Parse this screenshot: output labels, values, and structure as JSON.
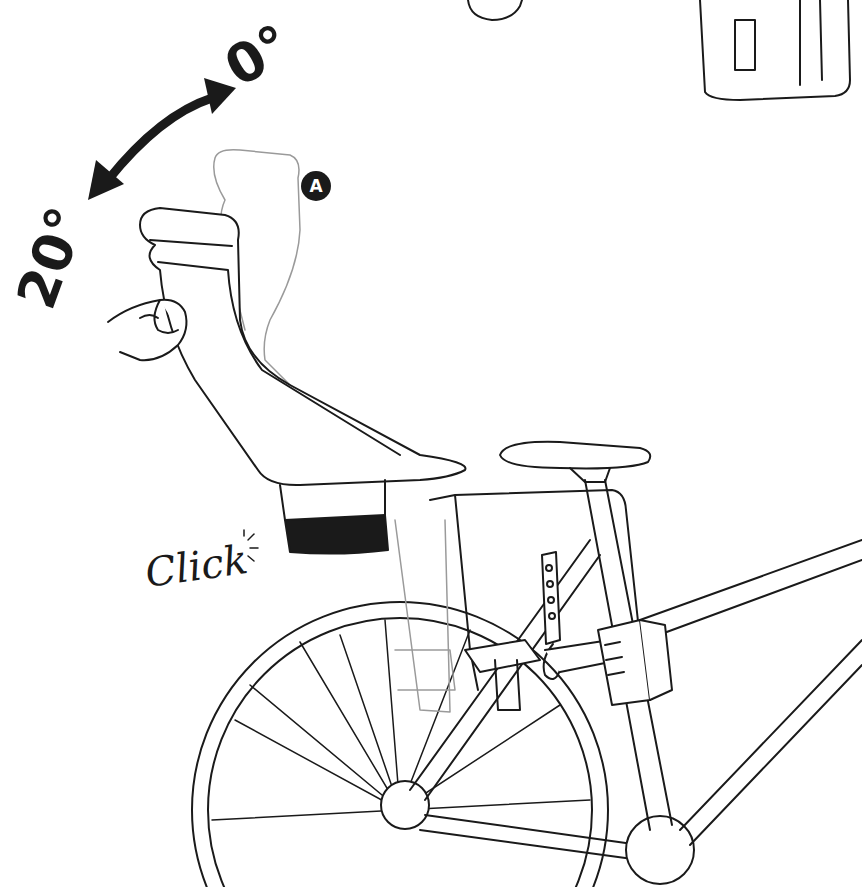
{
  "diagram": {
    "labels": [
      "0°",
      "20°",
      "A",
      "Click"
    ]
  }
}
